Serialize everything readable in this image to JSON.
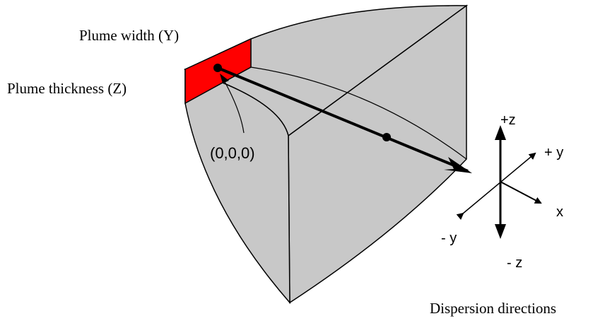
{
  "labels": {
    "plume_width": "Plume width (Y)",
    "plume_thickness": "Plume thickness (Z)",
    "origin": "(0,0,0)",
    "dispersion_title": "Dispersion directions"
  },
  "axes": {
    "plus_z": "+z",
    "minus_z": "- z",
    "plus_y": "+ y",
    "minus_y": "- y",
    "x": "x"
  },
  "colors": {
    "volume_fill": "#c8c8c8",
    "source_face": "#ff0000",
    "outline": "#000000",
    "background": "#ffffff"
  }
}
